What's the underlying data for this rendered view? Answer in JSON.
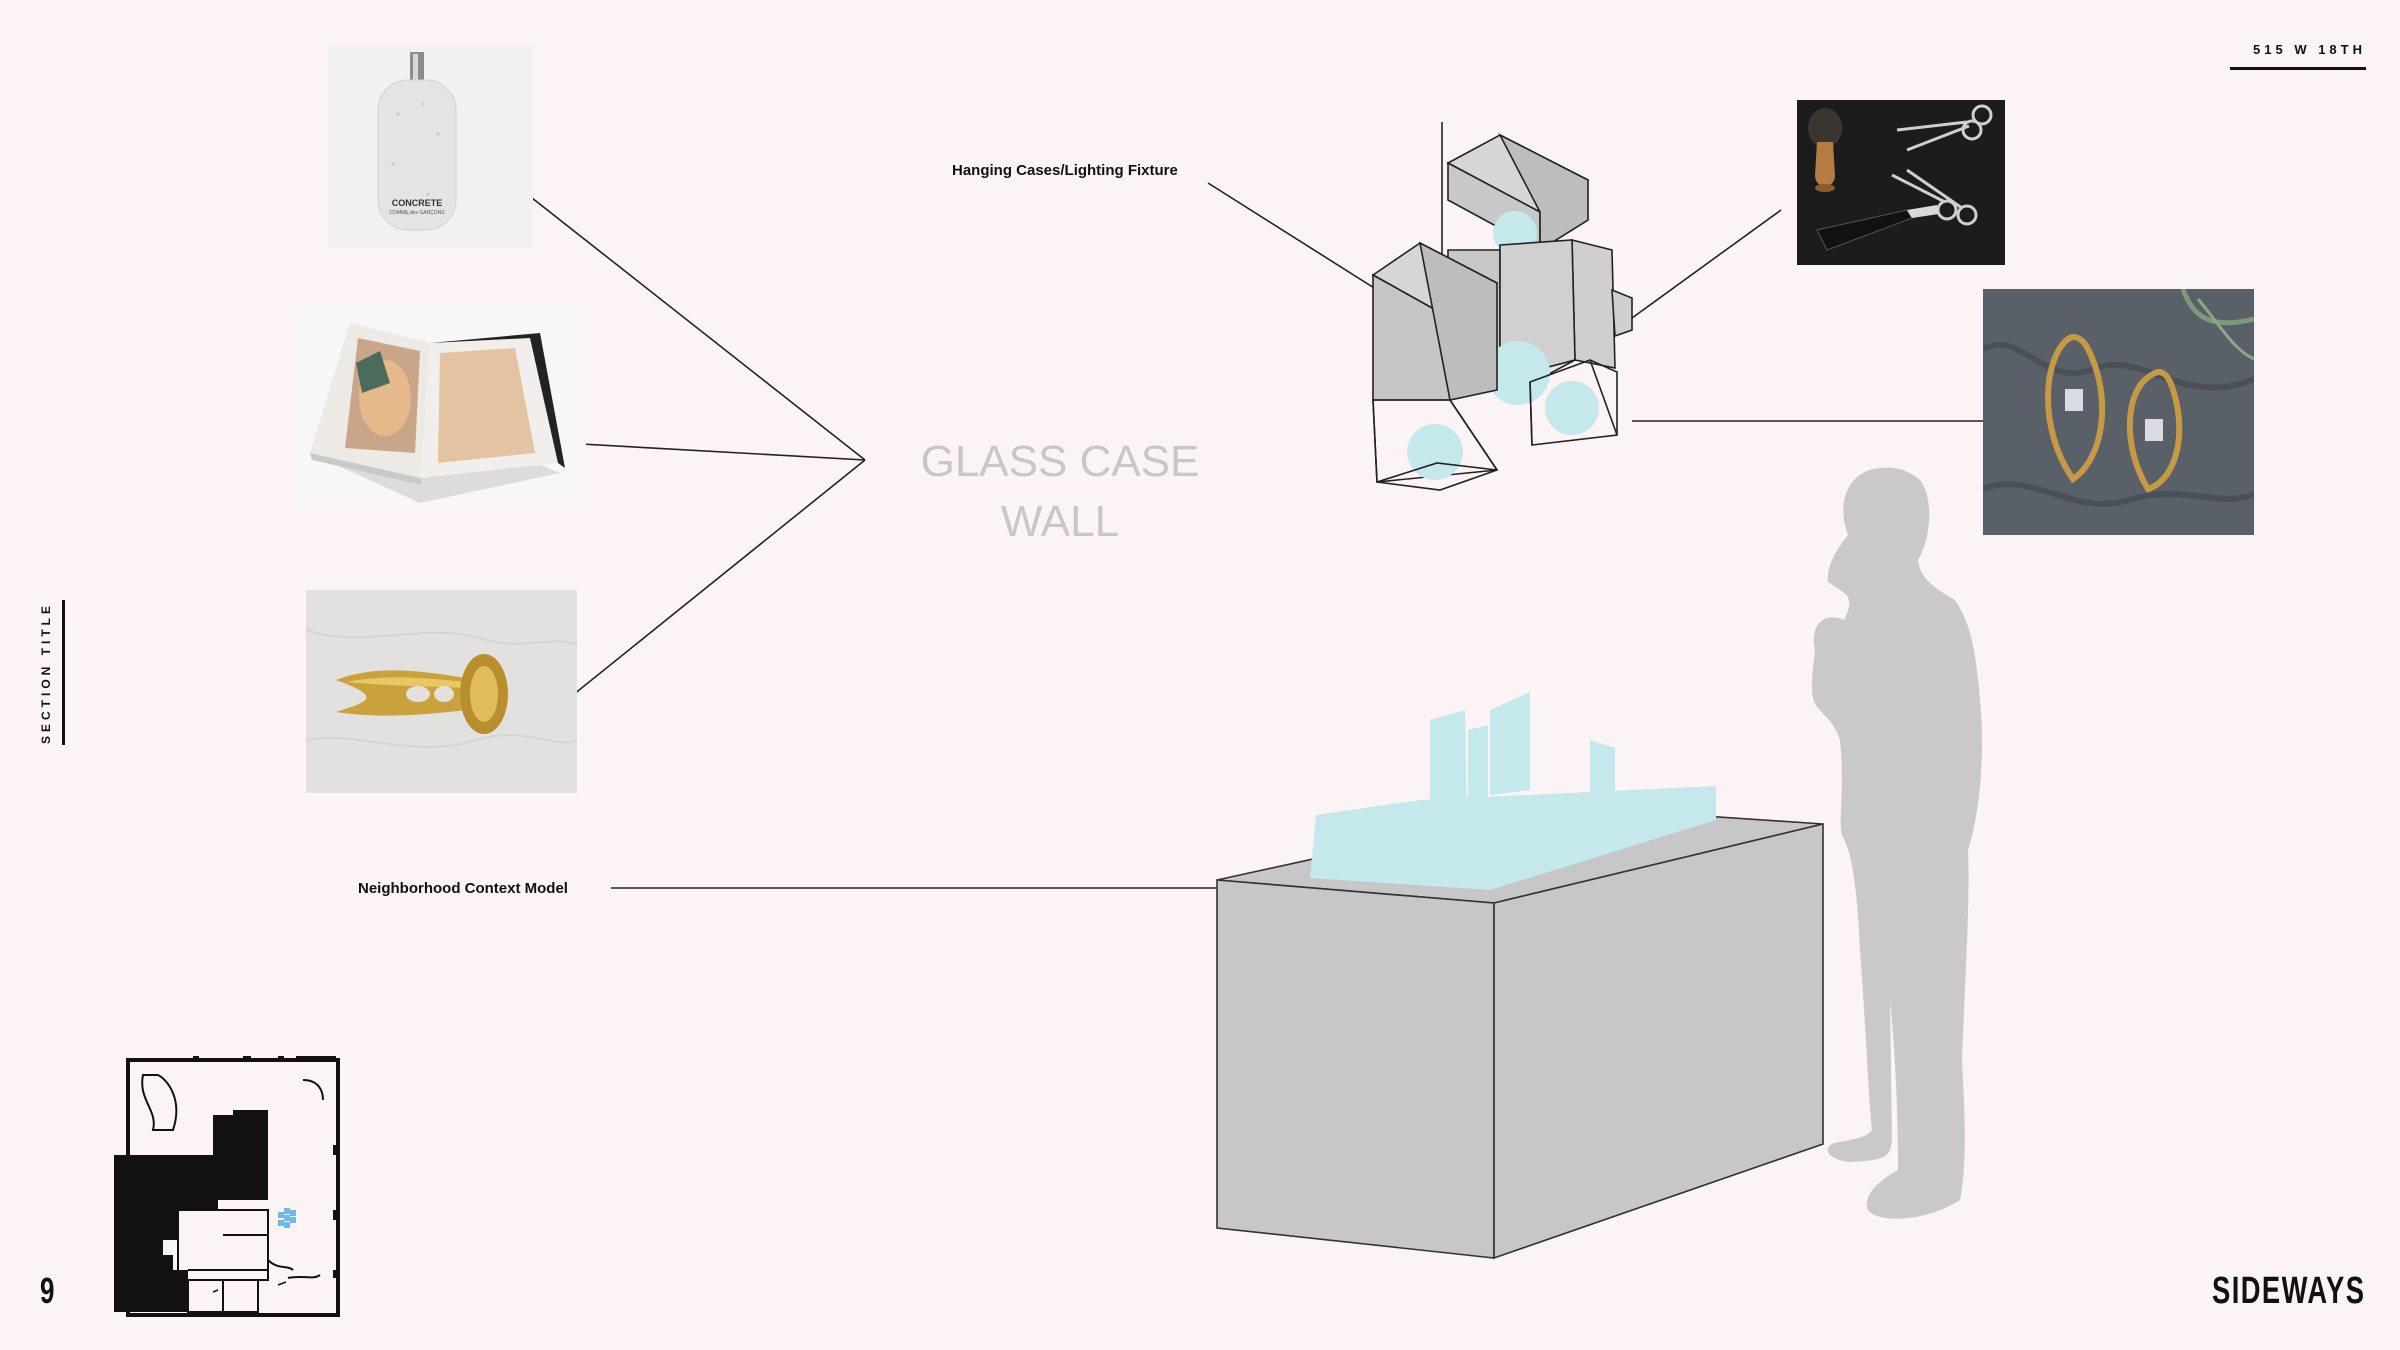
{
  "header": {
    "address": "515 W 18TH"
  },
  "sidebar": {
    "section_title": "SECTION TITLE"
  },
  "footer": {
    "page_number": "9",
    "brand": "SIDEWAYS"
  },
  "main": {
    "title_line1": "GLASS CASE",
    "title_line2": "WALL",
    "label_hanging": "Hanging Cases/Lighting Fixture",
    "label_context": "Neighborhood Context Model"
  },
  "products": {
    "perfume_brand": "CONCRETE",
    "perfume_maker": "COMME des GARÇONS"
  },
  "colors": {
    "background": "#fcf3f5",
    "accent_blue": "#c4e8ec",
    "case_gray": "#c8c7c7",
    "silhouette": "#c9c9c9"
  }
}
